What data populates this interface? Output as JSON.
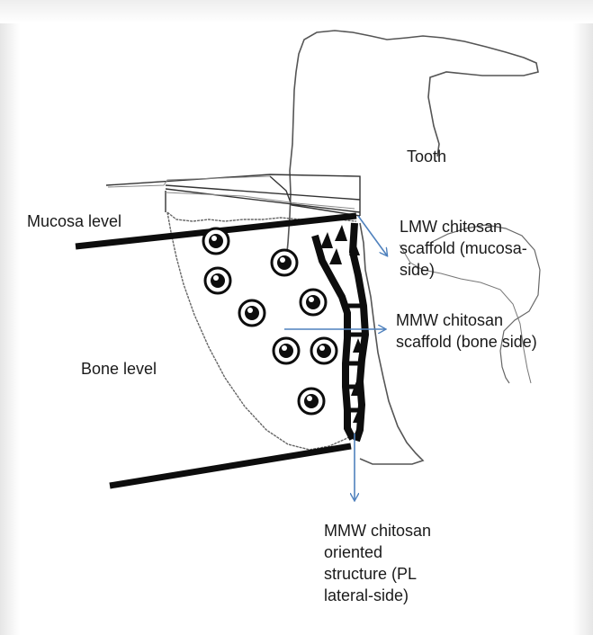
{
  "labels": {
    "tooth": "Tooth",
    "mucosa_level": "Mucosa level",
    "bone_level": "Bone level",
    "lmw_line1": "LMW chitosan",
    "lmw_line2": "scaffold (mucosa-",
    "lmw_line3": "side)",
    "mmw_bone_line1": "MMW chitosan",
    "mmw_bone_line2": "scaffold (bone side)",
    "mmw_oriented_line1": "MMW chitosan",
    "mmw_oriented_line2": "oriented",
    "mmw_oriented_line3": "structure (PL",
    "mmw_oriented_line4": "lateral-side)"
  },
  "colors": {
    "arrow": "#4f81bd",
    "outline": "#555555",
    "dark": "#0d0d0d",
    "text": "#1a1a1a"
  }
}
